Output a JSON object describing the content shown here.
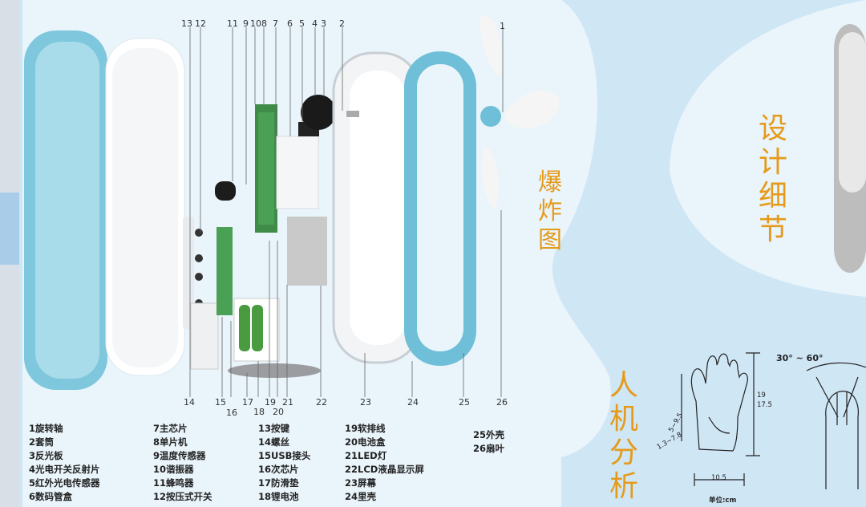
{
  "titles": {
    "exploded": "爆炸图",
    "design": "设计细节",
    "ergonomics": "人机分析"
  },
  "callout_numbers": [
    "13",
    "12",
    "11",
    "9",
    "10",
    "8",
    "7",
    "6",
    "5",
    "4",
    "3",
    "2",
    "1",
    "14",
    "15",
    "16",
    "17",
    "18",
    "19",
    "20",
    "21",
    "22",
    "23",
    "24",
    "25",
    "26"
  ],
  "legend": {
    "col1": [
      "1旋转轴",
      "2套筒",
      "3反光板",
      "4光电开关反射片",
      "5红外光电传感器",
      "6数码管盒"
    ],
    "col2": [
      "7主芯片",
      "8单片机",
      "9温度传感器",
      "10谐振器",
      "11蜂鸣器",
      "12按压式开关"
    ],
    "col3": [
      "13按键",
      "14螺丝",
      "15USB接头",
      "16次芯片",
      "17防滑垫",
      "18锂电池"
    ],
    "col4": [
      "19软排线",
      "20电池盒",
      "21LED灯",
      "22LCD液晶显示屏",
      "23屏幕",
      "24里壳"
    ],
    "col5": [
      "25外壳",
      "26扇叶"
    ]
  },
  "hand_dims": {
    "angle": "30° ~ 60°",
    "height": "19",
    "height2": "17.5",
    "palm_w1": "5~9.5",
    "palm_w2": "1.3~7.8",
    "width": "10.5",
    "unit": "单位:cm"
  },
  "colors": {
    "background": "#cfe6f5",
    "blob": "#e9f4fb",
    "accent": "#e69a1a",
    "shell": "#7ec7dd"
  }
}
